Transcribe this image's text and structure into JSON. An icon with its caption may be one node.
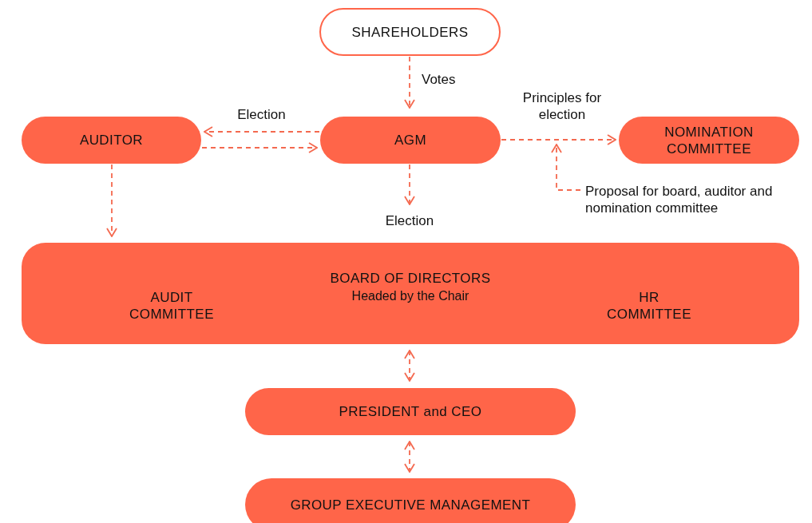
{
  "diagram": {
    "nodes": [
      {
        "text": [
          "SHAREHOLDERS"
        ]
      },
      {
        "text": [
          "AUDITOR"
        ]
      },
      {
        "text": [
          "AGM"
        ]
      },
      {
        "text": [
          "NOMINATION COMMITTEE"
        ]
      },
      {
        "text": [
          "Proposal for board, auditor and nomination committee"
        ]
      },
      {
        "text": [
          "BOARD OF DIRECTORS",
          "AUDIT COMMITTEE",
          "Headed by the Chair",
          "HR COMMITTEE"
        ]
      },
      {
        "text": [
          "PRESIDENT and CEO"
        ]
      },
      {
        "text": [
          "GROUP EXECUTIVE MANAGEMENT"
        ]
      }
    ],
    "edges": [
      {
        "from": 0,
        "to": 2,
        "arrow": "to",
        "label": "Votes",
        "style": "dashed"
      },
      {
        "from": 2,
        "to": 1,
        "arrow": "to",
        "label": "Election",
        "style": "dashed"
      },
      {
        "from": 1,
        "to": 2,
        "arrow": "to",
        "style": "dashed"
      },
      {
        "from": 2,
        "to": 3,
        "arrow": "to",
        "label": "Principles for election",
        "style": "dashed"
      },
      {
        "from": 4,
        "to": null,
        "arrow": "to",
        "style": "dashed"
      },
      {
        "from": 1,
        "to": 5,
        "arrow": "to",
        "style": "dashed"
      },
      {
        "from": 2,
        "to": 5,
        "arrow": "to",
        "label": "Election",
        "style": "dashed"
      },
      {
        "from": 5,
        "to": 6,
        "arrow": "both",
        "style": "dashed"
      },
      {
        "from": 6,
        "to": 7,
        "arrow": "both",
        "style": "dashed"
      }
    ]
  }
}
